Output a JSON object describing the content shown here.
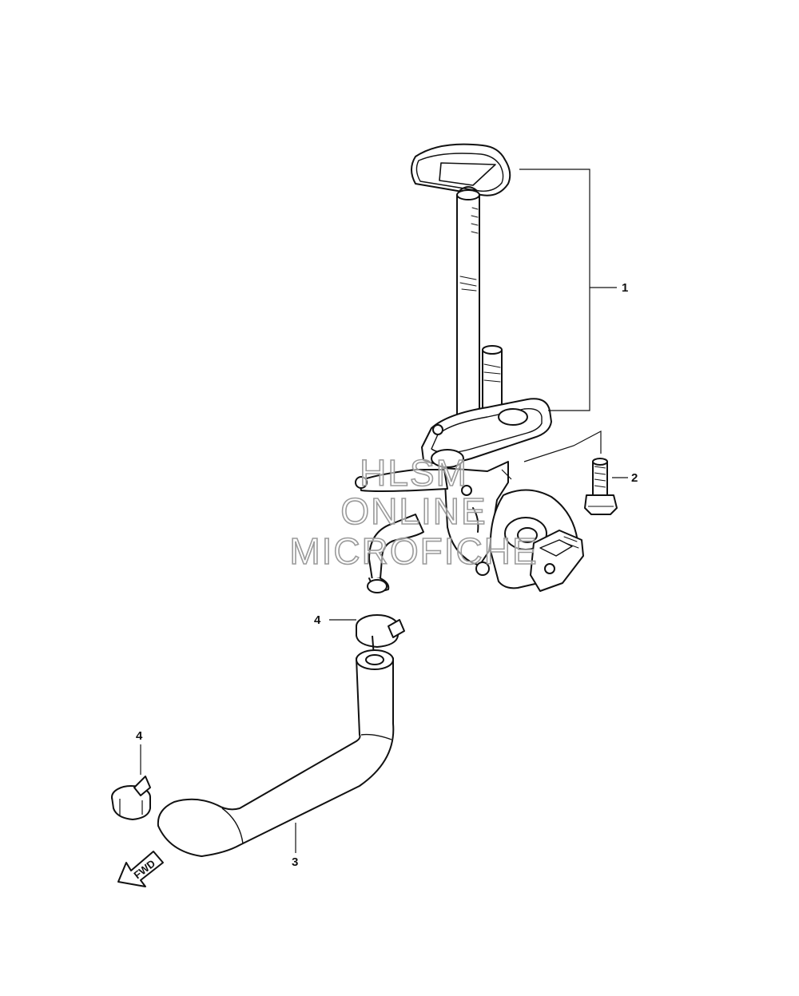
{
  "callouts": {
    "c1": "1",
    "c2": "2",
    "c3": "3",
    "c4a": "4",
    "c4b": "4"
  },
  "direction_arrow": {
    "label": "FWD"
  },
  "watermark": {
    "line1": "HLSM",
    "line2": "ONLINE",
    "line3": "MICROFICHE"
  },
  "colors": {
    "line": "#111111",
    "background": "#ffffff",
    "watermark_stroke": "#9a9a9a"
  }
}
